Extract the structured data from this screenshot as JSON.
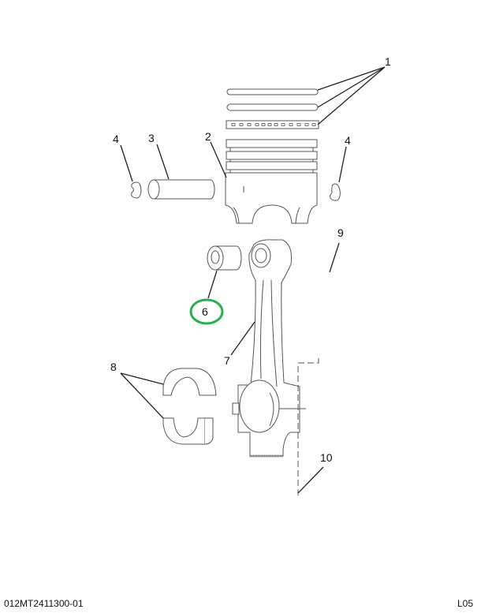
{
  "diagram": {
    "callouts": [
      {
        "label": "1",
        "part": "piston-rings"
      },
      {
        "label": "2",
        "part": "piston"
      },
      {
        "label": "3",
        "part": "piston-pin"
      },
      {
        "label": "4",
        "part": "retaining-ring-left"
      },
      {
        "label": "4",
        "part": "retaining-ring-right"
      },
      {
        "label": "6",
        "part": "bushing",
        "highlighted": true
      },
      {
        "label": "7",
        "part": "connecting-rod"
      },
      {
        "label": "8",
        "part": "bearing-halves"
      },
      {
        "label": "9",
        "part": "assembly"
      },
      {
        "label": "10",
        "part": "bolt"
      }
    ],
    "highlight_color": "#22b14c"
  },
  "footer": {
    "drawing_id": "012MT2411300-01",
    "code": "L05"
  }
}
